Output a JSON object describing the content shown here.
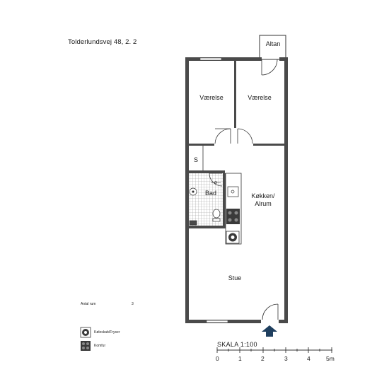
{
  "address": "Tolderlundsvej 48, 2. 2",
  "rooms": {
    "altan": "Altan",
    "vaerelse_left": "Værelse",
    "vaerelse_right": "Værelse",
    "storage": "S",
    "bad": "Bad",
    "koekken": "Køkken/\nAlrum",
    "stue": "Stue"
  },
  "info": {
    "rooms_label": "Antal rum",
    "rooms_value": "3"
  },
  "legend": {
    "fridge": "Køleskab/Fryser",
    "stove": "Komfur"
  },
  "scale": {
    "title": "SKALA 1:100",
    "ticks": [
      "0",
      "1",
      "2",
      "3",
      "4",
      "5m"
    ]
  }
}
